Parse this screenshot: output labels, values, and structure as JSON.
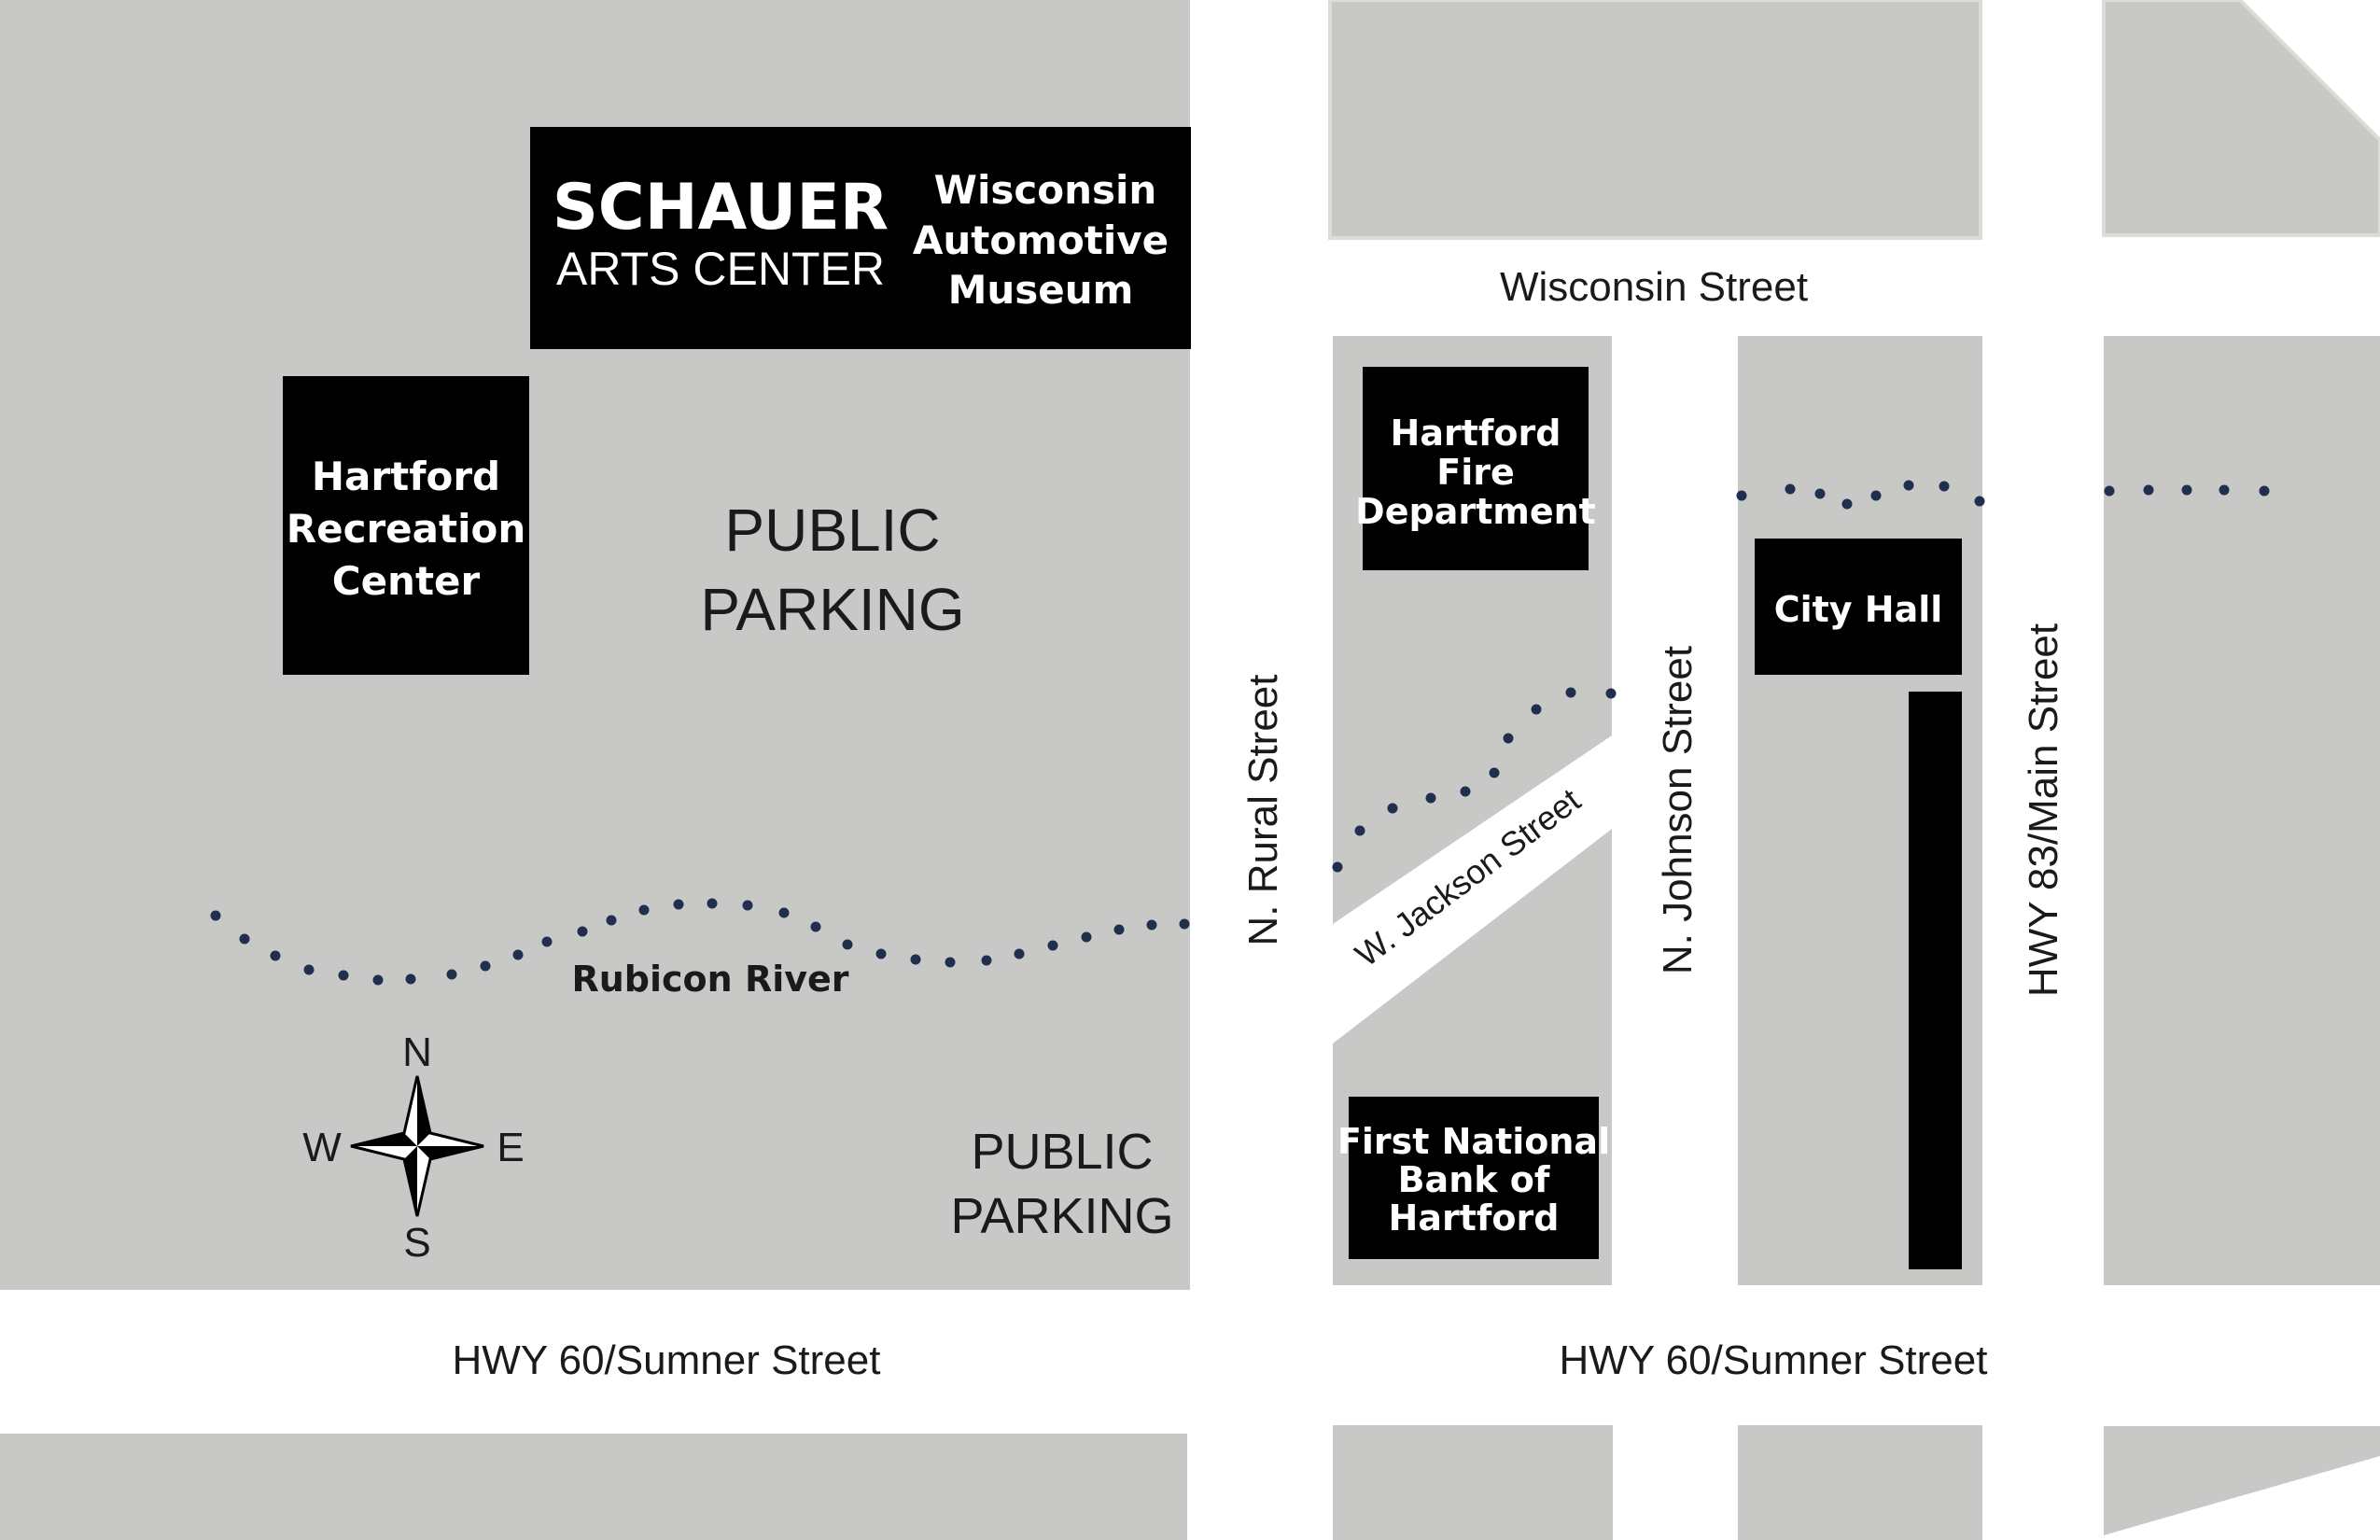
{
  "colors": {
    "block": "#c8c8c7",
    "block_edge": "#dddcd6",
    "road": "#ffffff",
    "building": "#000000",
    "river_dots": "#1f2f4d",
    "label": "#1a1a1a"
  },
  "buildings": {
    "schauer_line1": "SCHAUER",
    "schauer_line2": "ARTS CENTER",
    "museum": [
      "Wisconsin",
      "Automotive",
      "Museum"
    ],
    "recreation": [
      "Hartford",
      "Recreation",
      "Center"
    ],
    "fire": [
      "Hartford",
      "Fire",
      "Department"
    ],
    "city_hall": "City Hall",
    "bank": [
      "First National",
      "Bank of",
      "Hartford"
    ]
  },
  "parking": {
    "top": [
      "PUBLIC",
      "PARKING"
    ],
    "bottom": [
      "PUBLIC",
      "PARKING"
    ]
  },
  "streets": {
    "wisconsin": "Wisconsin Street",
    "rural": "N. Rural Street",
    "jackson": "W. Jackson Street",
    "johnson": "N. Johnson Street",
    "main": "HWY 83/Main Street",
    "sumner_left": "HWY 60/Sumner Street",
    "sumner_right": "HWY 60/Sumner Street"
  },
  "river": {
    "name": "Rubicon River"
  },
  "compass": {
    "north": "N",
    "south": "S",
    "east": "E",
    "west": "W",
    "icon": "compass-rose-icon"
  }
}
